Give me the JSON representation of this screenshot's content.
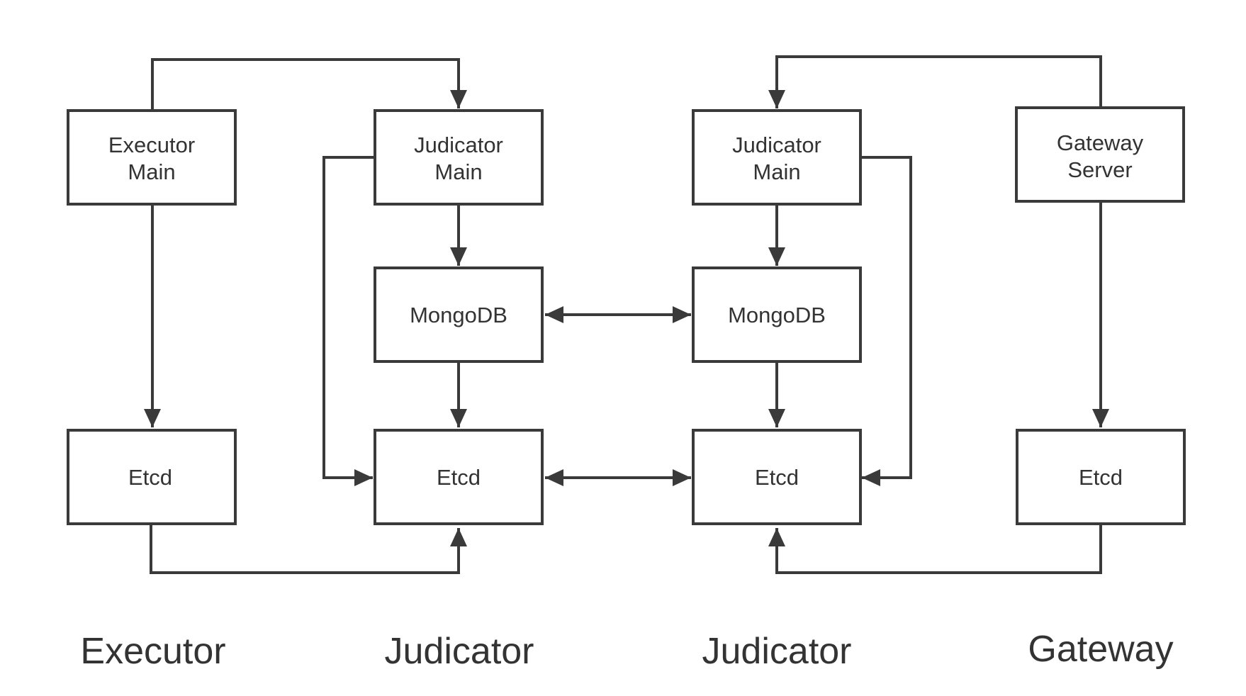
{
  "diagram": {
    "boxes": {
      "executor_main": [
        "Executor",
        "Main"
      ],
      "executor_etcd": [
        "Etcd"
      ],
      "judicator1_main": [
        "Judicator",
        "Main"
      ],
      "judicator1_mongodb": [
        "MongoDB"
      ],
      "judicator1_etcd": [
        "Etcd"
      ],
      "judicator2_main": [
        "Judicator",
        "Main"
      ],
      "judicator2_mongodb": [
        "MongoDB"
      ],
      "judicator2_etcd": [
        "Etcd"
      ],
      "gateway_server": [
        "Gateway",
        "Server"
      ],
      "gateway_etcd": [
        "Etcd"
      ]
    },
    "columns": {
      "executor": "Executor",
      "judicator1": "Judicator",
      "judicator2": "Judicator",
      "gateway": "Gateway"
    },
    "edges": [
      {
        "from": "executor_main",
        "to": "judicator1_main",
        "direction": "one-way"
      },
      {
        "from": "executor_main",
        "to": "executor_etcd",
        "direction": "one-way"
      },
      {
        "from": "executor_etcd",
        "to": "judicator1_etcd",
        "direction": "one-way"
      },
      {
        "from": "judicator1_main",
        "to": "judicator1_mongodb",
        "direction": "one-way"
      },
      {
        "from": "judicator1_main",
        "to": "judicator1_etcd",
        "direction": "one-way"
      },
      {
        "from": "judicator1_mongodb",
        "to": "judicator1_etcd",
        "direction": "one-way"
      },
      {
        "from": "judicator1_mongodb",
        "to": "judicator2_mongodb",
        "direction": "two-way"
      },
      {
        "from": "judicator1_etcd",
        "to": "judicator2_etcd",
        "direction": "two-way"
      },
      {
        "from": "judicator2_main",
        "to": "judicator2_mongodb",
        "direction": "one-way"
      },
      {
        "from": "judicator2_main",
        "to": "judicator2_etcd",
        "direction": "one-way"
      },
      {
        "from": "judicator2_mongodb",
        "to": "judicator2_etcd",
        "direction": "one-way"
      },
      {
        "from": "gateway_server",
        "to": "judicator2_main",
        "direction": "one-way"
      },
      {
        "from": "gateway_server",
        "to": "gateway_etcd",
        "direction": "one-way"
      },
      {
        "from": "gateway_etcd",
        "to": "judicator2_etcd",
        "direction": "one-way"
      }
    ]
  }
}
